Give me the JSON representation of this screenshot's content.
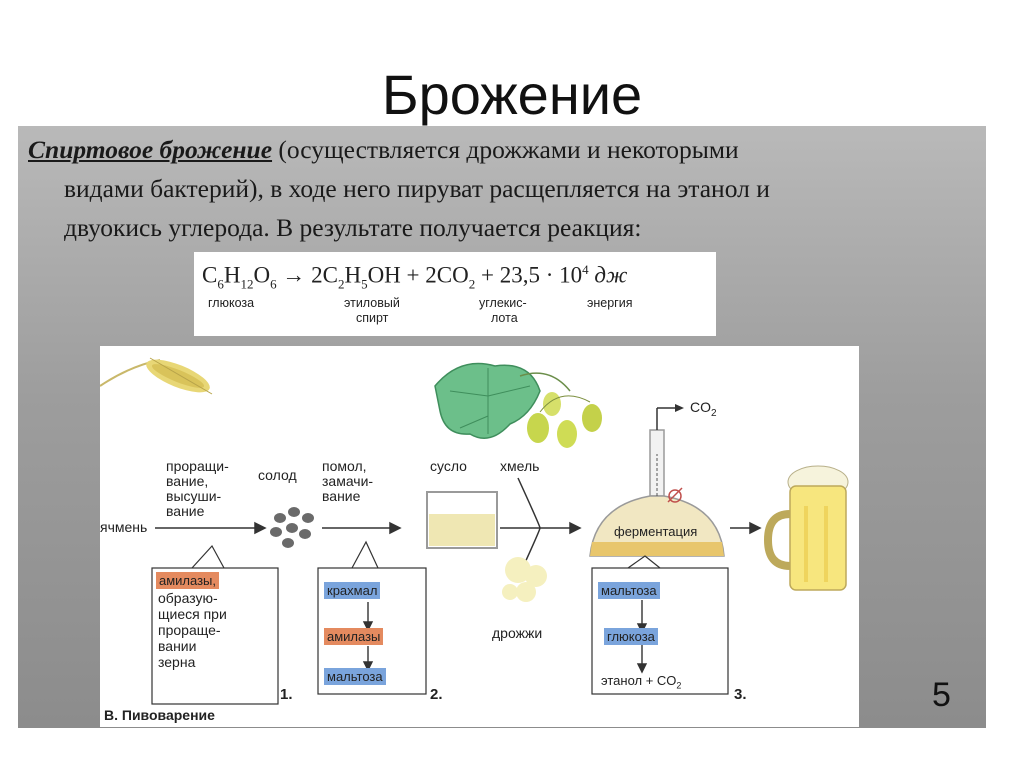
{
  "slide": {
    "title": "Брожение",
    "page_number": "5"
  },
  "intro": {
    "term": "Спиртовое брожение",
    "line1_rest": " (осуществляется дрожжами и некоторыми",
    "line2": "видами бактерий), в ходе него пируват расщепляется на этанол и",
    "line3": "двуокись углерода. В результате получается реакция:"
  },
  "reaction": {
    "c": "C",
    "c_sub": "6",
    "h": "H",
    "h_sub": "12",
    "o": "O",
    "o_sub": "6",
    "arrow": " → ",
    "p1a": "2C",
    "p1_sub1": "2",
    "p1b": "H",
    "p1_sub2": "5",
    "p1c": "OH",
    "plus1": " + ",
    "p2a": "2CO",
    "p2_sub": "2",
    "plus2": " + ",
    "energy": "23,5 · 10",
    "energy_exp": "4",
    "unit": " дж",
    "label_glucose": "глюкоза",
    "label_ethanol_1": "этиловый",
    "label_ethanol_2": "спирт",
    "label_co2_1": "углекис-",
    "label_co2_2": "лота",
    "label_energy": "энергия"
  },
  "diagram": {
    "barley": "ячмень",
    "step1_1": "проращи-",
    "step1_2": "вание,",
    "step1_3": "высуши-",
    "step1_4": "вание",
    "malt": "солод",
    "step2_1": "помол,",
    "step2_2": "замачи-",
    "step2_3": "вание",
    "wort": "сусло",
    "hops": "хмель",
    "co2_top": "CO",
    "co2_top_sub": "2",
    "fermentation": "ферментация",
    "yeast": "дрожжи",
    "box1": {
      "tag": "амилазы,",
      "line2": "образую-",
      "line3": "щиеся при",
      "line4": "прораще-",
      "line5": "вании",
      "line6": "зерна",
      "num": "1."
    },
    "box2": {
      "item1": "крахмал",
      "item2": "амилазы",
      "item3": "мальтоза",
      "num": "2."
    },
    "box3": {
      "item1": "мальтоза",
      "item2": "глюкоза",
      "item3a": "этанол + CO",
      "item3_sub": "2",
      "num": "3."
    },
    "caption": "В. Пивоварение"
  },
  "colors": {
    "orange_tag": "#e48a5f",
    "blue_tag": "#7aa4dc",
    "panel_grey": "#a3a3a3"
  }
}
